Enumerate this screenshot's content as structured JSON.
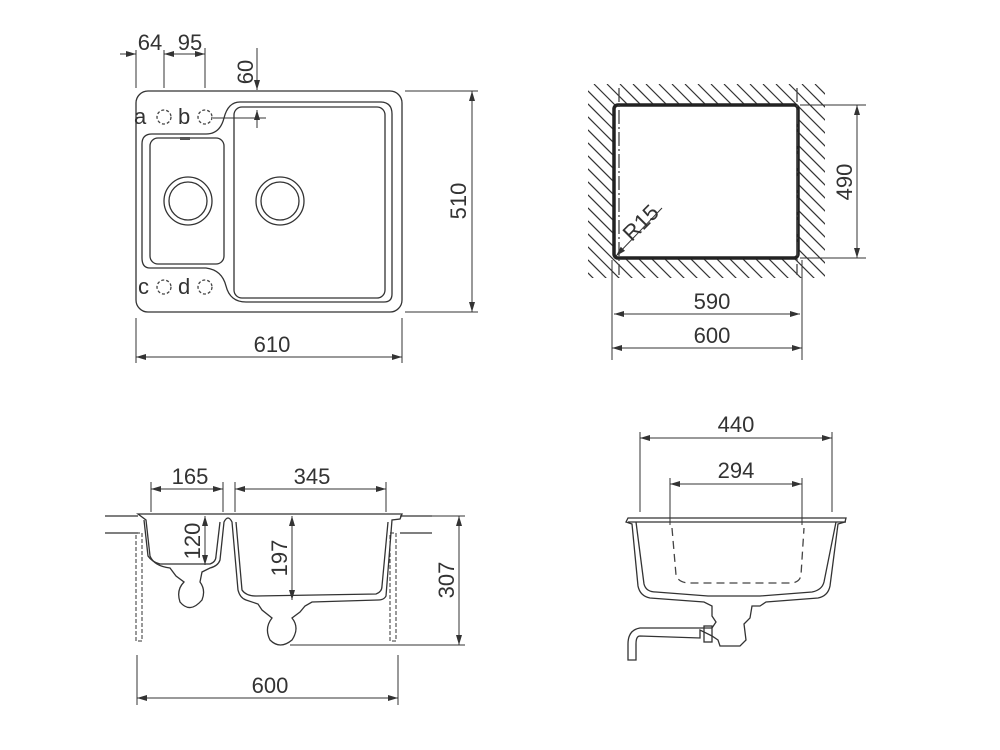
{
  "top_view": {
    "dims": {
      "tap_offset_1": "64",
      "tap_offset_2": "95",
      "drain_offset": "60",
      "width": "610",
      "depth": "510"
    },
    "tap_holes": [
      "a",
      "b",
      "c",
      "d"
    ]
  },
  "cutout_view": {
    "dims": {
      "radius": "R15",
      "depth": "490",
      "cutout_width": "590",
      "cabinet_width": "600"
    }
  },
  "front_section": {
    "dims": {
      "small_bowl_width": "165",
      "large_bowl_width": "345",
      "small_bowl_depth": "120",
      "large_bowl_depth": "197",
      "total_height": "307",
      "cabinet_width": "600"
    }
  },
  "side_section": {
    "dims": {
      "outer_width": "440",
      "inner_width": "294"
    }
  },
  "colors": {
    "line": "#333333",
    "background": "#ffffff"
  }
}
